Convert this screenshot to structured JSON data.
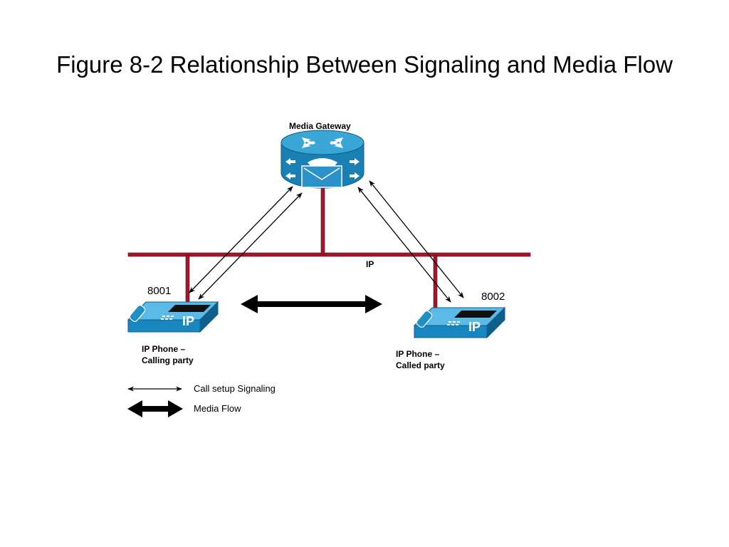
{
  "title": "Figure 8-2 Relationship Between Signaling and Media Flow",
  "gateway": {
    "label": "Media Gateway",
    "icon": "media-gateway-router-icon"
  },
  "network": {
    "label": "IP"
  },
  "phone_left": {
    "extension": "8001",
    "label_line1": "IP Phone –",
    "label_line2": "Calling party",
    "screen_text": "IP",
    "icon": "ip-phone-icon"
  },
  "phone_right": {
    "extension": "8002",
    "label_line1": "IP Phone –",
    "label_line2": "Called party",
    "screen_text": "IP",
    "icon": "ip-phone-icon"
  },
  "legend": [
    {
      "symbol": "thin-double-arrow",
      "label": "Call setup Signaling"
    },
    {
      "symbol": "thick-double-arrow",
      "label": "Media Flow"
    }
  ],
  "colors": {
    "bus": "#b0102a",
    "device_blue": "#1f8fc4",
    "device_dark": "#0e5f8c",
    "arrow": "#000000"
  }
}
